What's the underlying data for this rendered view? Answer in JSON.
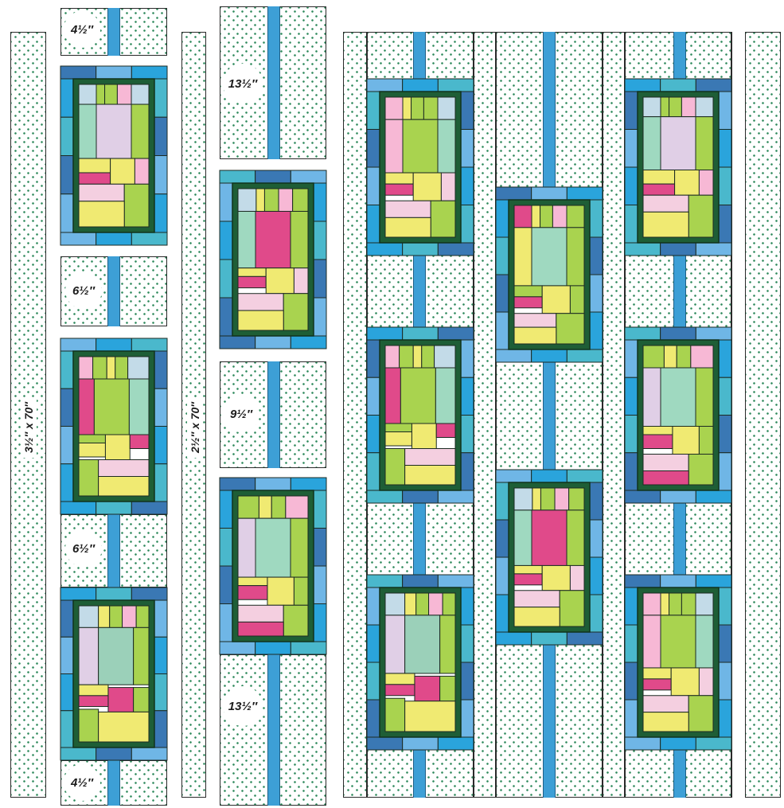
{
  "labels": {
    "border_left": "3½″ x 70″",
    "sashing_strip": "2½″ x 70″",
    "col1_top": "4½″",
    "col1_mid1": "6½″",
    "col1_mid2": "6½″",
    "col1_bottom": "4½″",
    "col2_top": "13½″",
    "col2_mid": "9½″",
    "col2_bottom": "13½″"
  },
  "colors": {
    "background_dots": "#2f8a5c",
    "sashing_blue": "#3d9fd6",
    "frame_dark_green": "#1e5e36",
    "border_blues": [
      "#3a78b4",
      "#6fb6e6",
      "#2aa4dc",
      "#4ab8cc"
    ],
    "patch_colors": [
      "#c3dbe8",
      "#a9d34f",
      "#f7b8d5",
      "#e0cfe6",
      "#9fd9c0",
      "#f0ea72",
      "#e04a8a",
      "#f5f3a8",
      "#f4cfe0",
      "#9bd0b9"
    ]
  },
  "blocks": [
    {
      "id": "block-1",
      "palette": 0
    },
    {
      "id": "block-2",
      "palette": 1
    },
    {
      "id": "block-3",
      "palette": 2
    },
    {
      "id": "block-4",
      "palette": 3
    },
    {
      "id": "block-5",
      "palette": 4
    },
    {
      "id": "block-6",
      "palette": 5
    },
    {
      "id": "block-7",
      "palette": 1
    },
    {
      "id": "block-8",
      "palette": 2
    },
    {
      "id": "block-9",
      "palette": 6
    },
    {
      "id": "block-10",
      "palette": 3
    },
    {
      "id": "block-11",
      "palette": 0
    },
    {
      "id": "block-12",
      "palette": 4
    },
    {
      "id": "block-13",
      "palette": 5
    },
    {
      "id": "block-14",
      "palette": 6
    }
  ]
}
